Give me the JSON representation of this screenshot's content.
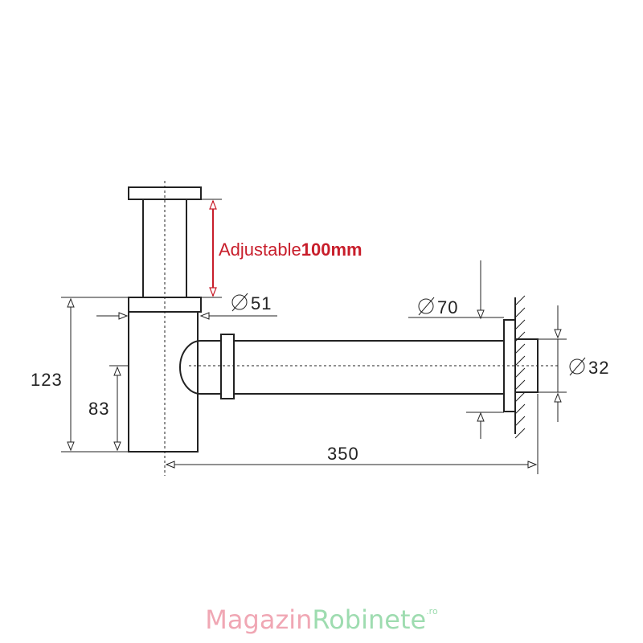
{
  "dimensions": {
    "adjustable_word": "Adjustable",
    "adjustable_value": "100mm",
    "d_51": "51",
    "d_70": "70",
    "d_32": "32",
    "h_123": "123",
    "h_83": "83",
    "l_350": "350"
  },
  "brand": {
    "part1": "Magazin",
    "part2": "Robinete",
    "suffix": ".ro"
  },
  "colors": {
    "line": "#222222",
    "accent_red": "#c81e2b",
    "logo_pink": "#f0a7b4",
    "logo_green": "#9edcb0"
  }
}
